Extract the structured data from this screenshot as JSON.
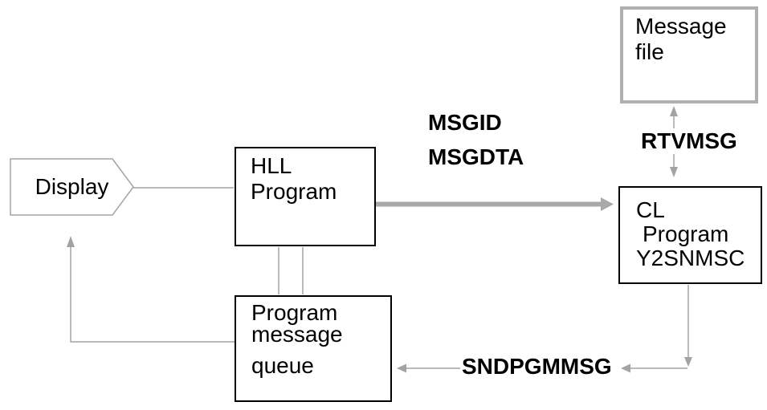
{
  "nodes": {
    "display": {
      "label": "Display"
    },
    "hll_program": {
      "lines": [
        "HLL",
        "Program"
      ]
    },
    "message_file": {
      "lines": [
        "Message",
        "file"
      ]
    },
    "cl_program": {
      "lines": [
        "CL",
        "Program",
        "Y2SNMSC"
      ]
    },
    "program_message_queue": {
      "lines": [
        "Program",
        "message",
        "queue"
      ]
    }
  },
  "labels": {
    "msgid": "MSGID",
    "msgdta": "MSGDTA",
    "rtvmsg": "RTVMSG",
    "sndpgmmsg": "SNDPGMMSG"
  },
  "colors": {
    "background": "#ffffff",
    "box_border": "#000000",
    "text": "#000000",
    "line_gray": "#a3a3a3",
    "thick_arrow_gray": "#a9a9a9",
    "message_file_border": "#b0b0b0"
  }
}
